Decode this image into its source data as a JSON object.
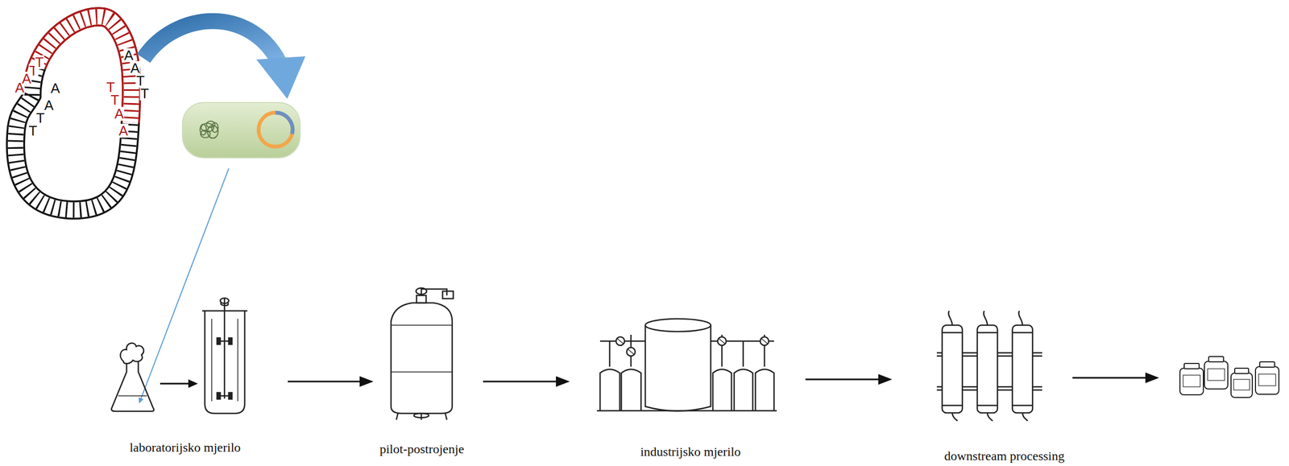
{
  "diagram": {
    "labels": [
      "A",
      "A",
      "T",
      "T",
      "A",
      "A",
      "T",
      "T",
      "A",
      "A",
      "T",
      "T",
      "T",
      "T",
      "A",
      "A",
      "laboratorijsko mjerilo",
      "pilot-postrojenje",
      "industrijsko mjerilo",
      "downstream processing"
    ]
  }
}
